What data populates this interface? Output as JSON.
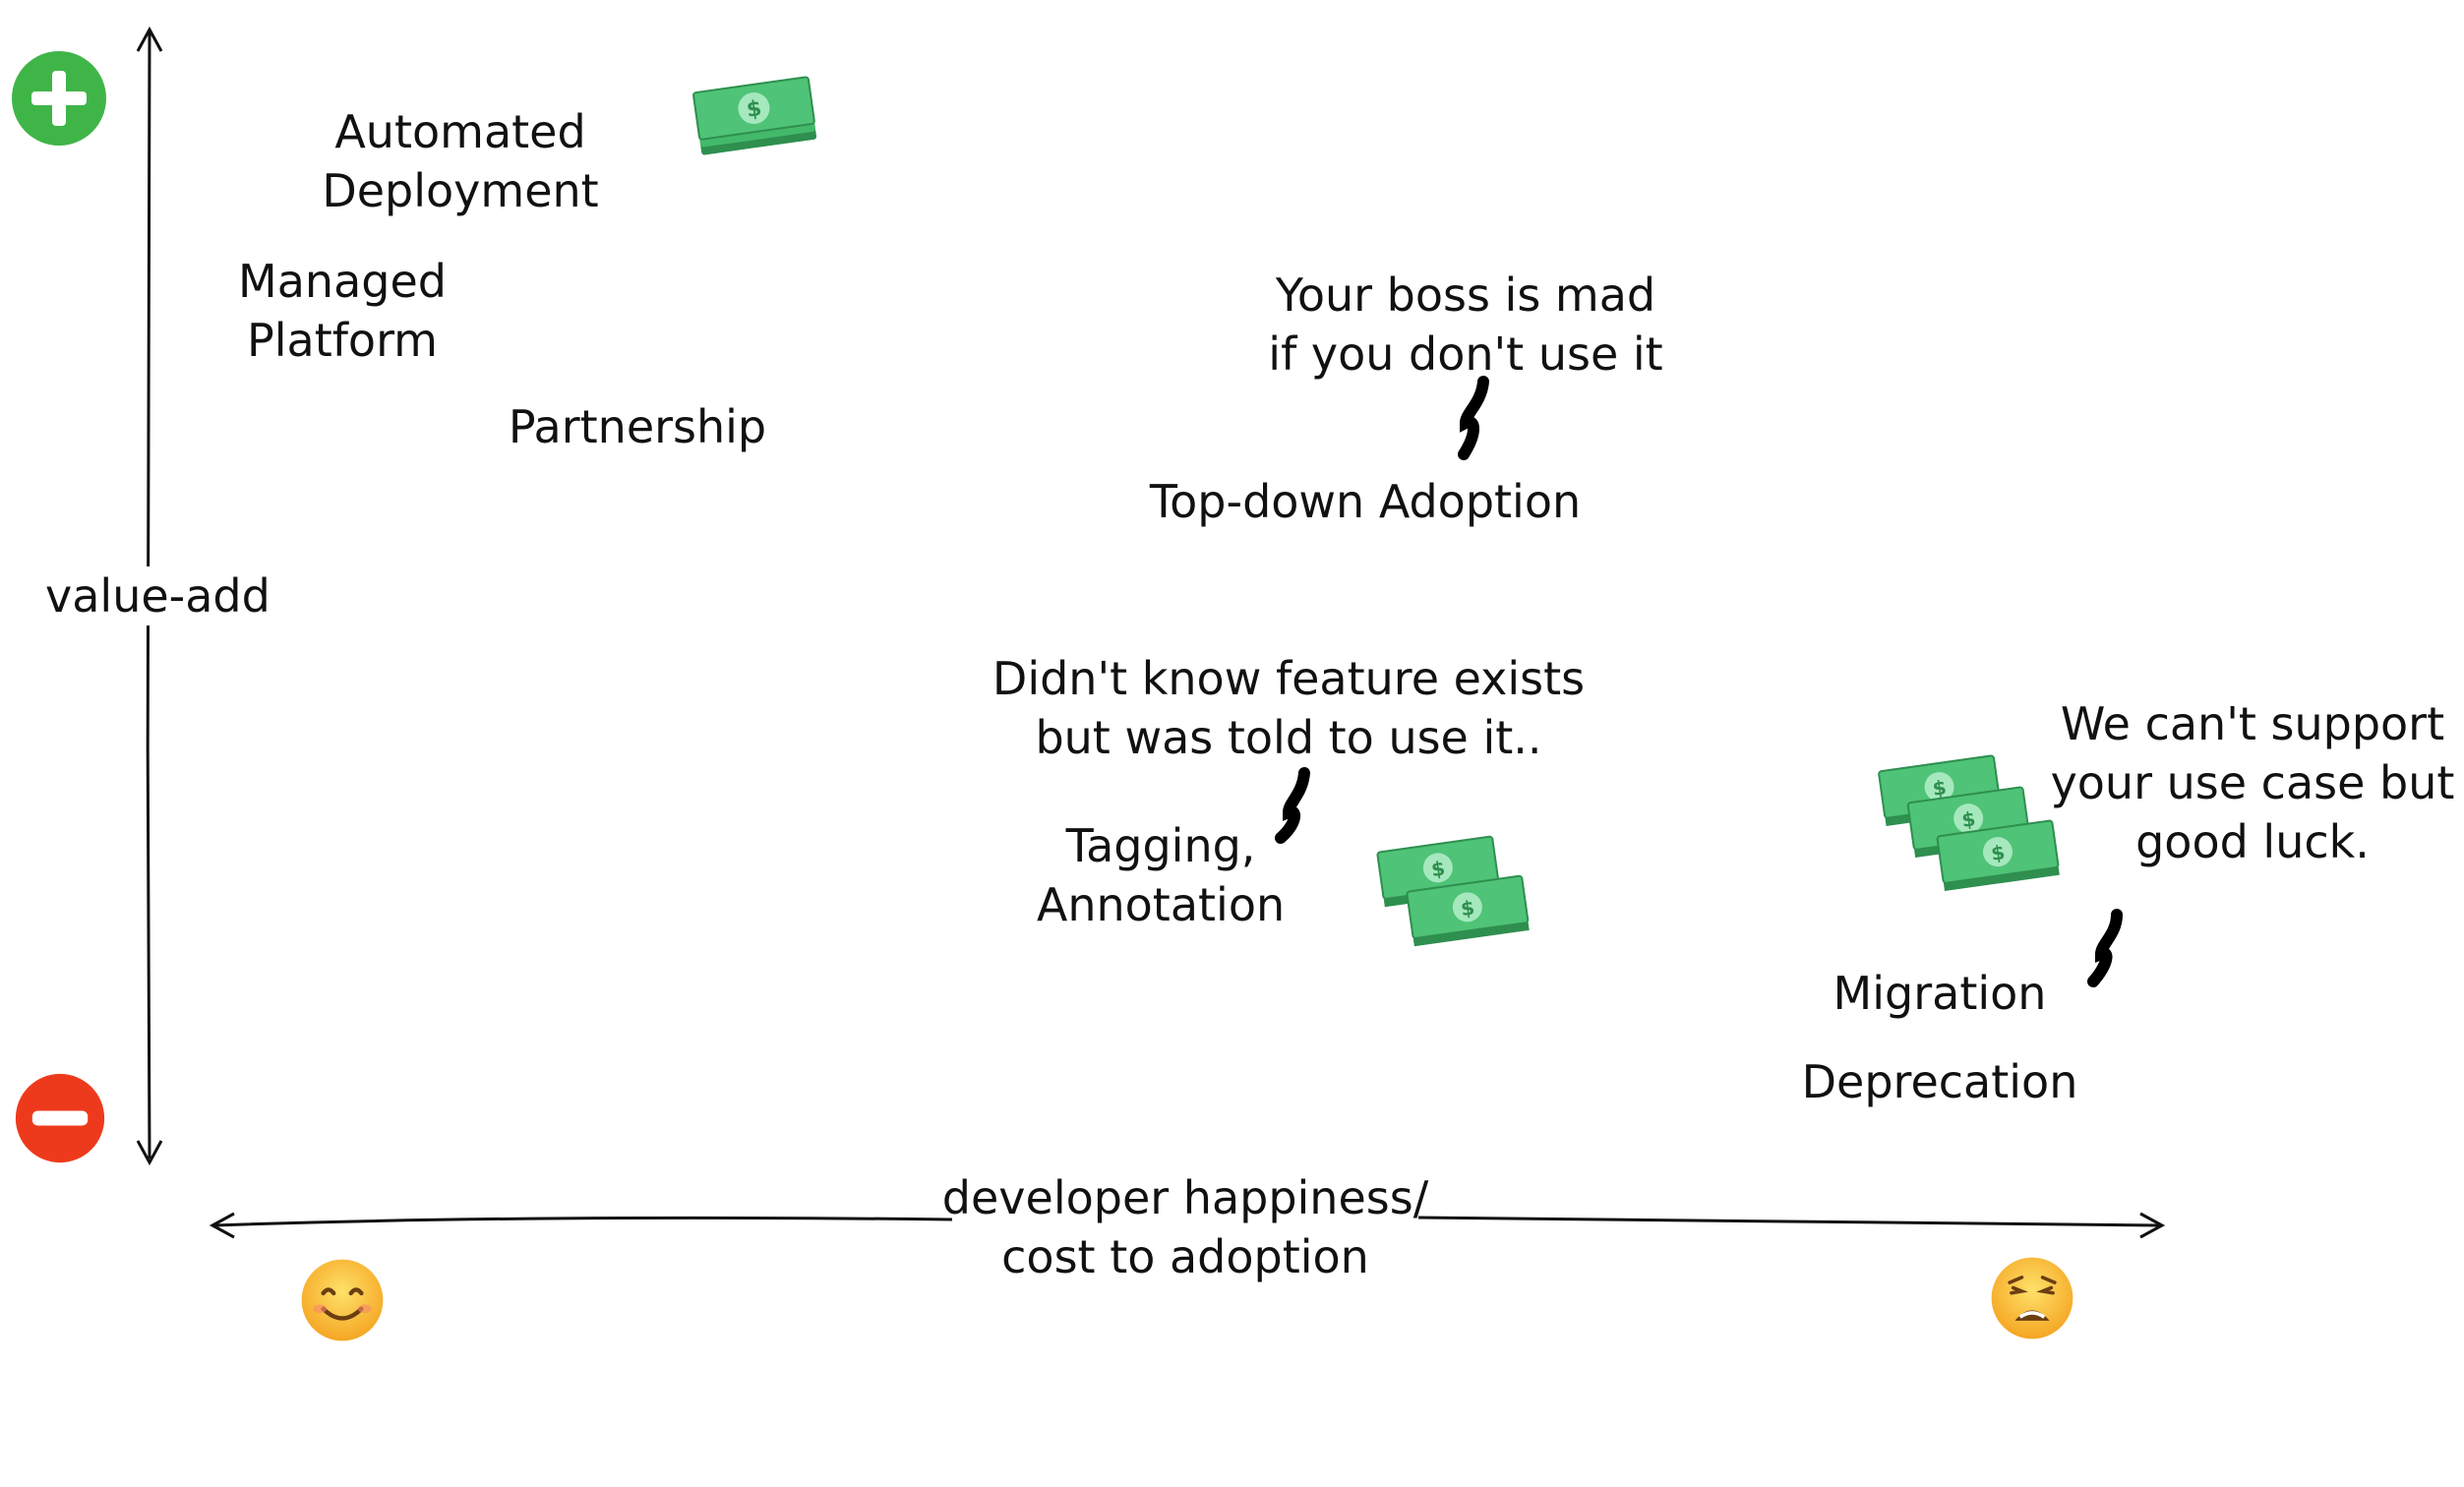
{
  "axes": {
    "y_label": "value-add",
    "x_label": [
      "developer happiness/",
      "cost to adoption"
    ],
    "plus_icon": "plus-circle-icon",
    "minus_icon": "minus-circle-icon",
    "left_face": "smiling-face-icon",
    "right_face": "weary-face-icon"
  },
  "items": {
    "automated_deployment": [
      "Automated",
      "Deployment"
    ],
    "managed_platform": [
      "Managed",
      "Platform"
    ],
    "partnership": "Partnership",
    "top_down": "Top-down Adoption",
    "tagging": [
      "Tagging,",
      "Annotation"
    ],
    "migration": "Migration",
    "deprecation": "Deprecation"
  },
  "notes": {
    "boss": [
      "Your boss is mad",
      "if you don't use it"
    ],
    "feature": [
      "Didn't know feature exists",
      "but was told to use it.."
    ],
    "support": [
      "We can't support",
      "your use case but",
      "good luck."
    ]
  },
  "colors": {
    "plus": "#3fb548",
    "minus": "#ee3a1c",
    "money": "#43b96a",
    "money_dark": "#2e8f4f"
  }
}
